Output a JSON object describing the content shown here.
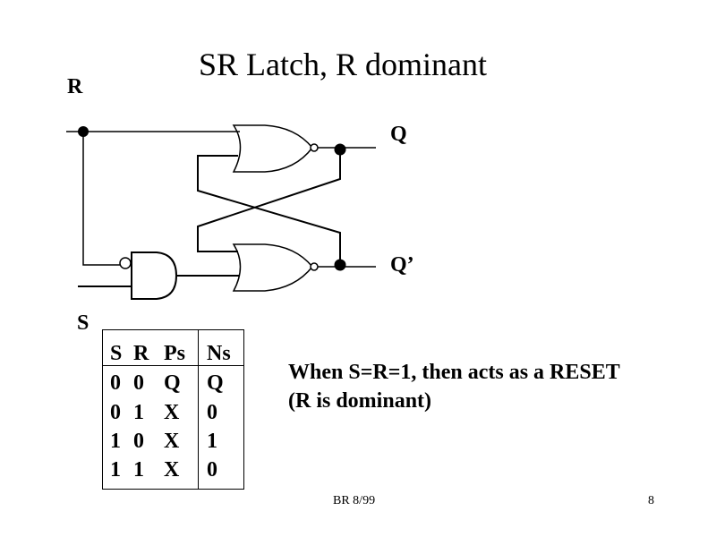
{
  "slide": {
    "title": "SR Latch, R dominant",
    "labels": {
      "r_input": "R",
      "s_input": "S",
      "q_output": "Q",
      "q_bar_output": "Q’"
    },
    "circuit": {
      "gates": [
        {
          "name": "top-nor-gate",
          "type": "NOR",
          "inputs": [
            "R",
            "Q'"
          ],
          "output": "Q"
        },
        {
          "name": "bottom-nor-gate",
          "type": "NOR",
          "inputs": [
            "Q",
            "AND output"
          ],
          "output": "Q'"
        },
        {
          "name": "and-gate",
          "type": "AND",
          "inputs": [
            "NOT R",
            "S"
          ],
          "output": "to bottom NOR"
        }
      ]
    },
    "truth_table": {
      "headers": [
        "S",
        "R",
        "Ps",
        "Ns"
      ],
      "rows": [
        [
          "0",
          "0",
          "Q",
          "Q"
        ],
        [
          "0",
          "1",
          "X",
          "0"
        ],
        [
          "1",
          "0",
          "X",
          "1"
        ],
        [
          "1",
          "1",
          "X",
          "0"
        ]
      ]
    },
    "note": {
      "line1": "When S=R=1, then acts as a RESET",
      "line2": "(R is dominant)"
    },
    "footer": {
      "author_date": "BR 8/99",
      "page_number": "8"
    }
  }
}
